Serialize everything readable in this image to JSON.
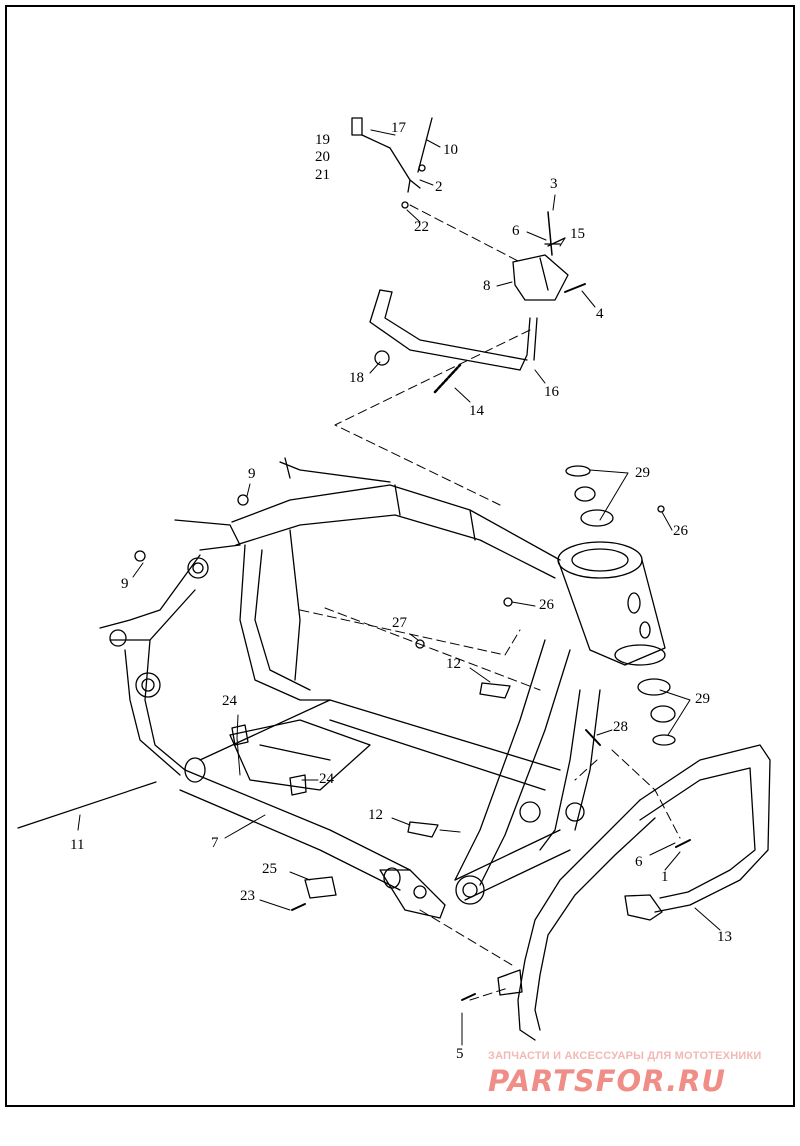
{
  "callouts": {
    "c1": "1",
    "c2": "2",
    "c3": "3",
    "c4": "4",
    "c5": "5",
    "c6a": "6",
    "c6b": "6",
    "c7": "7",
    "c8": "8",
    "c9a": "9",
    "c9b": "9",
    "c10": "10",
    "c11": "11",
    "c12a": "12",
    "c12b": "12",
    "c13": "13",
    "c14": "14",
    "c15": "15",
    "c16": "16",
    "c17": "17",
    "c18": "18",
    "c19": "19",
    "c20": "20",
    "c21": "21",
    "c22": "22",
    "c23": "23",
    "c24a": "24",
    "c24b": "24",
    "c25": "25",
    "c26a": "26",
    "c26b": "26",
    "c27": "27",
    "c28": "28",
    "c29a": "29",
    "c29b": "29"
  },
  "watermark": {
    "tagline": "ЗАПЧАСТИ И АКСЕССУАРЫ ДЛЯ МОТОТЕХНИКИ",
    "logo": "PARTSFOR.RU"
  },
  "colors": {
    "line": "#000000",
    "watermark": "#ef8d86"
  }
}
